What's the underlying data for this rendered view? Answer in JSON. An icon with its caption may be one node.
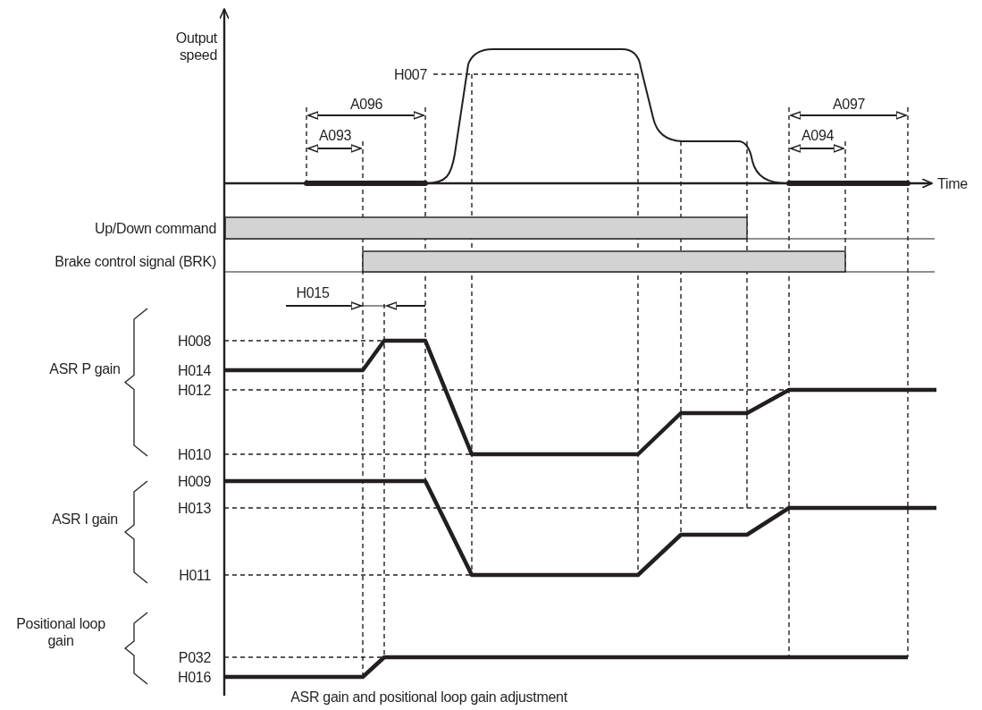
{
  "diagram": {
    "caption": "ASR gain and positional loop gain adjustment",
    "labels": [
      "Output speed",
      "H007",
      "A096",
      "A093",
      "A097",
      "A094",
      "Time",
      "Up/Down command",
      "Brake control signal (BRK)",
      "H015",
      "H008",
      "H014",
      "ASR P gain",
      "H012",
      "H010",
      "H009",
      "ASR I gain",
      "H013",
      "H011",
      "Positional loop gain",
      "P032",
      "H016"
    ]
  }
}
